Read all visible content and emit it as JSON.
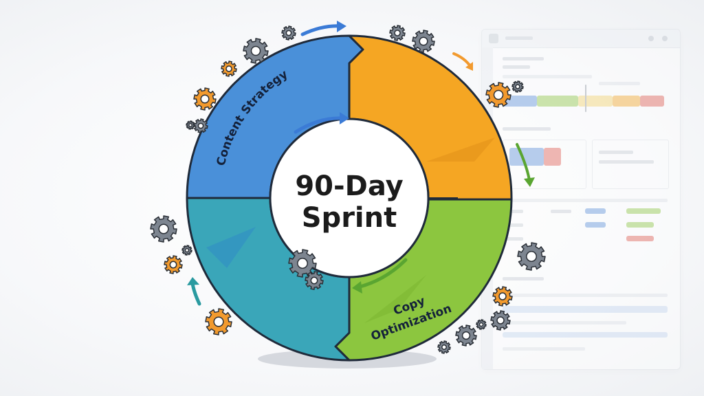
{
  "diagram": {
    "center_title_line1": "90-Day",
    "center_title_line2": "Sprint",
    "segments": [
      {
        "label": "Content Strategy",
        "color": "#4a90d9"
      },
      {
        "label": "",
        "color": "#f5a623"
      },
      {
        "label_line1": "Copy",
        "label_line2": "Optimization",
        "color": "#8cc63f"
      },
      {
        "label": "",
        "color": "#3aa6b9"
      }
    ],
    "gear_colors": {
      "gray": "#7d8590",
      "orange": "#f29a2e"
    },
    "arrow_colors": {
      "blue": "#3b7bd6",
      "orange": "#f29a2e",
      "green": "#5aa531",
      "teal": "#2a9aa0"
    }
  },
  "dashboard": {
    "colors": [
      "#5b8fd8",
      "#8cc63f",
      "#f5a623",
      "#e05a4f",
      "#3aa6b9"
    ]
  }
}
